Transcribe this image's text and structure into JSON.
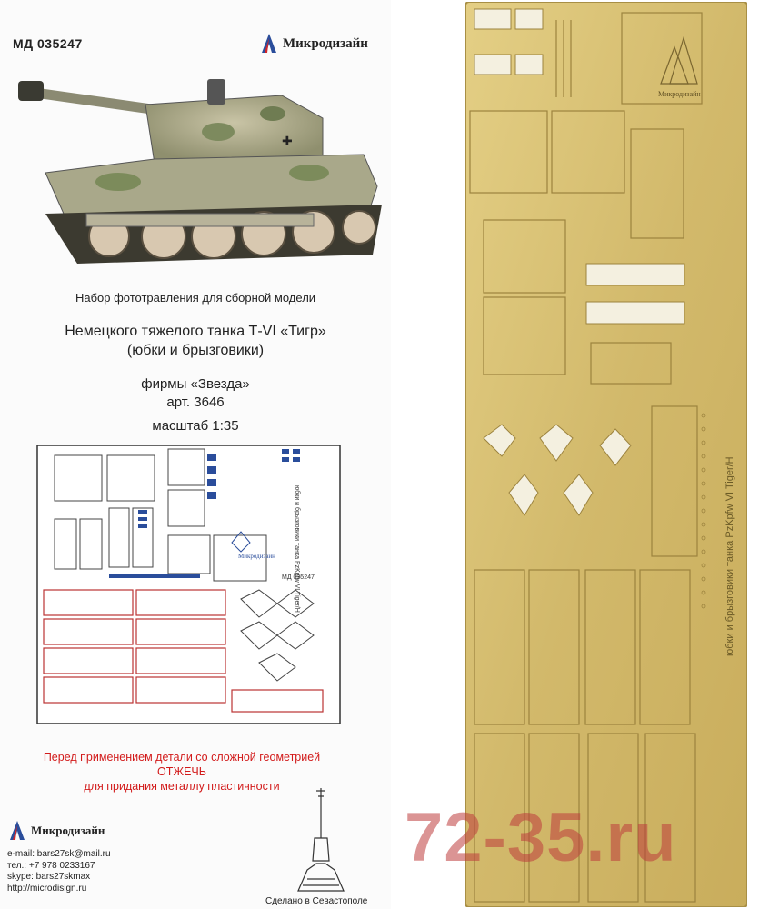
{
  "product": {
    "code": "МД 035247",
    "brand": "Микродизайн",
    "subtitle": "Набор фототравления для сборной модели",
    "title_line1": "Немецкого тяжелого танка Т-VI «Тигр»",
    "title_line2": "(юбки и брызговики)",
    "firm": "фирмы «Звезда»",
    "article": "арт. 3646",
    "scale": "масштаб 1:35"
  },
  "diagram": {
    "label_text": "юбки и брызговики танка PzKpfw VI Tiger/H",
    "brand": "Микродизайн",
    "code": "МД 035247"
  },
  "warning": {
    "line1": "Перед применением детали со сложной геометрией",
    "line2": "ОТЖЕЧЬ",
    "line3": "для придания металлу пластичности"
  },
  "contacts": {
    "email": "e-mail: bars27sk@mail.ru",
    "phone": "тел.: +7 978 0233167",
    "skype": "skype: bars27skmax",
    "site": "http://microdisign.ru",
    "made_in": "Сделано в Севастополе"
  },
  "sheet": {
    "side_text": "юбки и брызговики танка PzKpfw VI Tiger/H",
    "brand": "Микродизайн"
  },
  "watermark": "72-35.ru",
  "colors": {
    "brass": "#d9c277",
    "brass_dark": "#b59a4e",
    "warning": "#d21a1a",
    "logo_blue": "#2a4d9b",
    "logo_red": "#d2262a"
  }
}
